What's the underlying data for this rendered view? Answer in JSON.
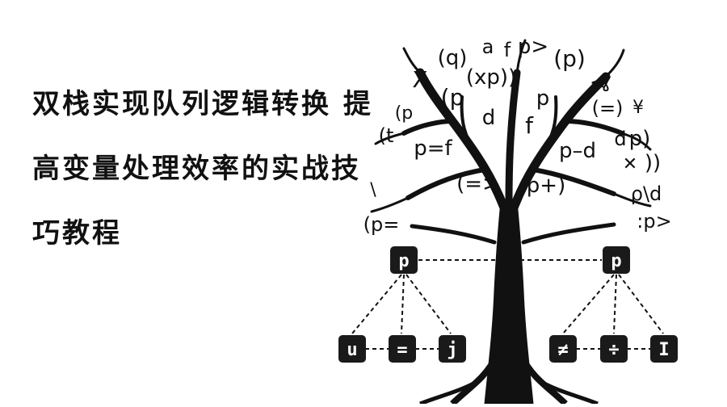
{
  "title": {
    "lines": [
      "双栈实现队列逻辑转换 提",
      "高变量处理效率的实战技",
      "巧教程"
    ]
  },
  "tree": {
    "symbols": [
      "(q)",
      "a",
      "f",
      "p>",
      "(p)",
      "X",
      "(xp))",
      "(p",
      "ɣ",
      "<",
      "(p",
      "p",
      "(=)",
      "¥",
      "d",
      "f",
      "(t",
      "p=f",
      "p–d",
      "d",
      "p)",
      "))",
      "(=>",
      "p+)",
      "ρ\\d",
      "(p=",
      ":p>",
      "✕",
      "\\"
    ],
    "top_nodes": [
      "p",
      "p"
    ],
    "left_nodes": [
      "u",
      "=",
      "j"
    ],
    "right_nodes": [
      "≠",
      "÷",
      "I"
    ],
    "colors": {
      "ink": "#111111",
      "node_fill": "#1a1a1a",
      "node_text": "#ffffff",
      "background": "#ffffff"
    }
  }
}
